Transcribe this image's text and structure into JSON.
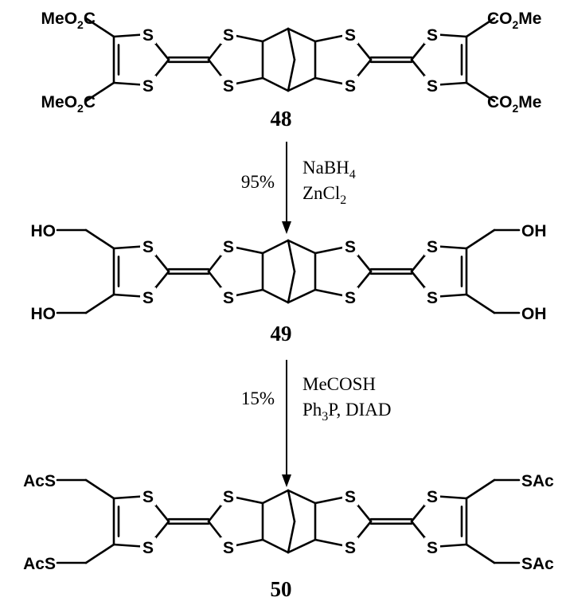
{
  "compounds": [
    {
      "number": "48",
      "left_groups": {
        "top": [
          "MeO",
          "2",
          "C"
        ],
        "bottom": [
          "MeO",
          "2",
          "C"
        ]
      },
      "right_groups": {
        "top": [
          "CO",
          "2",
          "Me"
        ],
        "bottom": [
          "CO",
          "2",
          "Me"
        ]
      }
    },
    {
      "number": "49",
      "left_groups": {
        "top": [
          "HO"
        ],
        "bottom": [
          "HO"
        ]
      },
      "right_groups": {
        "top": [
          "OH"
        ],
        "bottom": [
          "OH"
        ]
      }
    },
    {
      "number": "50",
      "left_groups": {
        "top": [
          "AcS"
        ],
        "bottom": [
          "AcS"
        ]
      },
      "right_groups": {
        "top": [
          "SAc"
        ],
        "bottom": [
          "SAc"
        ]
      }
    }
  ],
  "atom_label": "S",
  "steps": [
    {
      "yield": "95%",
      "reagents": [
        [
          "NaBH",
          "4",
          ""
        ],
        [
          "ZnCl",
          "2",
          ""
        ]
      ]
    },
    {
      "yield": "15%",
      "reagents": [
        [
          "MeCOSH"
        ],
        [
          "Ph",
          "3",
          "P, DIAD"
        ]
      ]
    }
  ]
}
